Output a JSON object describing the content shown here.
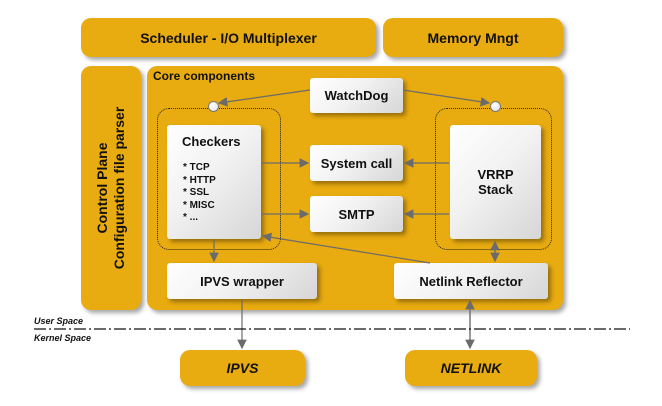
{
  "top": {
    "scheduler": "Scheduler - I/O Multiplexer",
    "memory": "Memory Mngt"
  },
  "control_plane": {
    "line1": "Control Plane",
    "line2": "Configuration file parser"
  },
  "core": {
    "title": "Core components",
    "watchdog": "WatchDog",
    "checkers": {
      "title": "Checkers",
      "items": [
        "* TCP",
        "* HTTP",
        "* SSL",
        "* MISC",
        "* ..."
      ]
    },
    "system_call": "System call",
    "smtp": "SMTP",
    "vrrp_line1": "VRRP",
    "vrrp_line2": "Stack",
    "ipvs_wrapper": "IPVS wrapper",
    "netlink_reflector": "Netlink Reflector"
  },
  "spaces": {
    "user": "User Space",
    "kernel": "Kernel Space"
  },
  "kernel": {
    "ipvs": "IPVS",
    "netlink": "NETLINK"
  },
  "colors": {
    "block": "#e8ab10",
    "arrow": "#6b6b6b"
  }
}
